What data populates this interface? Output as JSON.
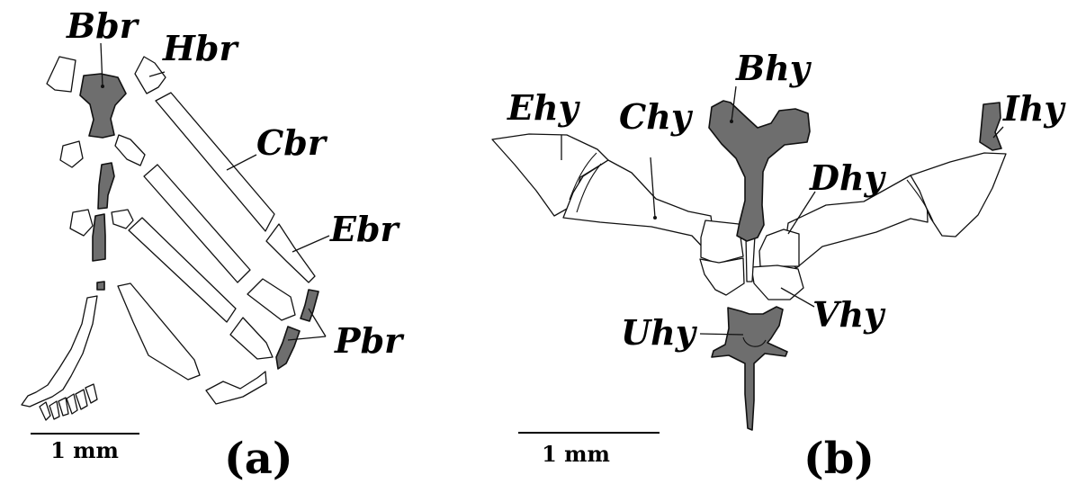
{
  "panel_a": {
    "panel_label": "(a)",
    "scale_bar": "1 mm",
    "labels": {
      "bbr": "Bbr",
      "hbr": "Hbr",
      "cbr": "Cbr",
      "ebr": "Ebr",
      "pbr": "Pbr"
    }
  },
  "panel_b": {
    "panel_label": "(b)",
    "scale_bar": "1 mm",
    "labels": {
      "ehy": "Ehy",
      "chy": "Chy",
      "bhy": "Bhy",
      "ihy": "Ihy",
      "dhy": "Dhy",
      "vhy": "Vhy",
      "uhy": "Uhy"
    }
  },
  "colors": {
    "highlighted_bone": "#6e6e6e",
    "outline": "#111111",
    "background": "#ffffff"
  }
}
